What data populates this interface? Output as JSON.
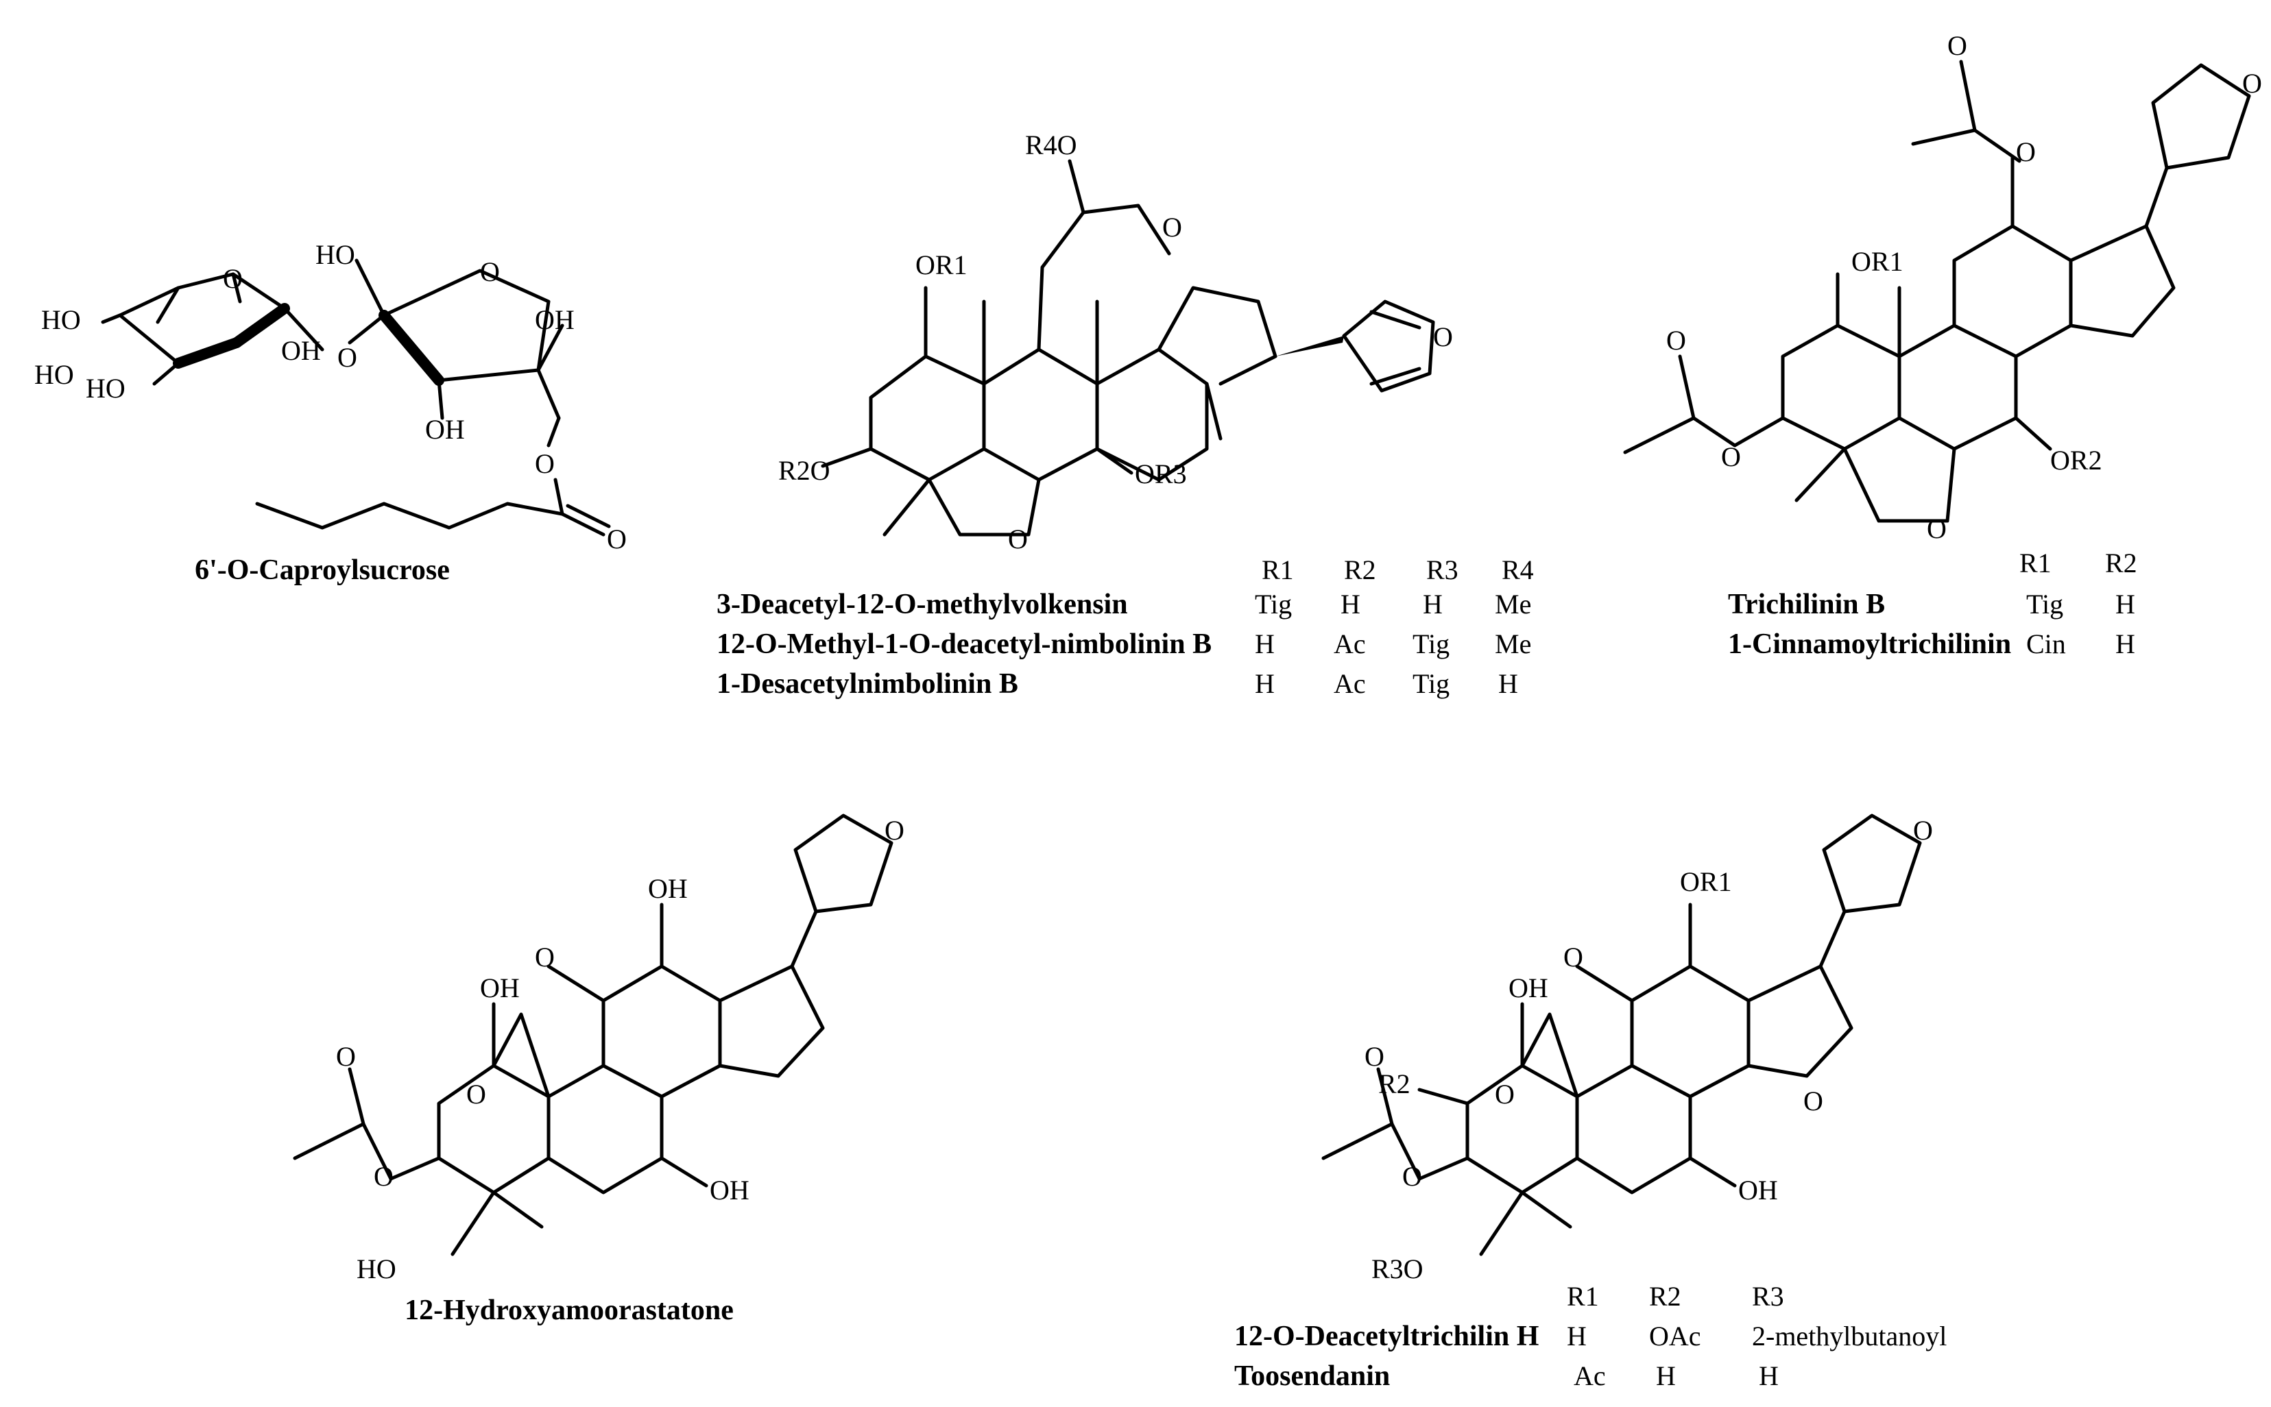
{
  "compounds": {
    "caproylsucrose": {
      "name": "6'-O-Caproylsucrose"
    },
    "volkensin_group": {
      "structure_labels": {
        "r4o": "R4O",
        "or1": "OR1",
        "r2o": "R2O",
        "or3": "OR3",
        "o": "O"
      },
      "headers": [
        "R1",
        "R2",
        "R3",
        "R4"
      ],
      "rows": [
        {
          "name": "3-Deacetyl-12-O-methylvolkensin",
          "values": [
            "Tig",
            "H",
            "H",
            "Me"
          ]
        },
        {
          "name": "12-O-Methyl-1-O-deacetyl-nimbolinin B",
          "values": [
            "H",
            "Ac",
            "Tig",
            "Me"
          ]
        },
        {
          "name": "1-Desacetylnimbolinin B",
          "values": [
            "H",
            "Ac",
            "Tig",
            "H"
          ]
        }
      ]
    },
    "trichilinin_group": {
      "structure_labels": {
        "or1": "OR1",
        "or2": "OR2",
        "o": "O"
      },
      "headers": [
        "R1",
        "R2"
      ],
      "rows": [
        {
          "name": "Trichilinin B",
          "values": [
            "Tig",
            "H"
          ]
        },
        {
          "name": "1-Cinnamoyltrichilinin",
          "values": [
            "Cin",
            "H"
          ]
        }
      ]
    },
    "amoorastatone": {
      "name": "12-Hydroxyamoorastatone",
      "structure_labels": {
        "oh": "OH",
        "ho": "HO",
        "o": "O"
      }
    },
    "toosendanin_group": {
      "structure_labels": {
        "or1": "OR1",
        "r2": "R2",
        "r3o": "R3O",
        "oh": "OH",
        "o": "O"
      },
      "headers": [
        "R1",
        "R2",
        "R3"
      ],
      "rows": [
        {
          "name": "12-O-Deacetyltrichilin H",
          "values": [
            "H",
            "OAc",
            "2-methylbutanoyl"
          ]
        },
        {
          "name": "Toosendanin",
          "values": [
            "Ac",
            "H",
            "H"
          ]
        }
      ]
    }
  },
  "sucrose_labels": {
    "ho": "HO",
    "oh": "OH",
    "o": "O"
  }
}
